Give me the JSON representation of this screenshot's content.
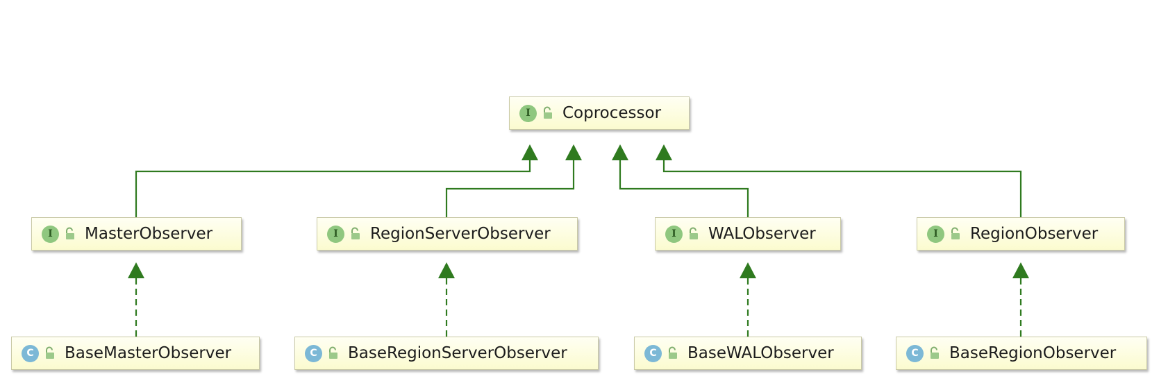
{
  "diagram": {
    "colors": {
      "edge": "#2f7a1f",
      "node_fill": "#fbfbcf",
      "node_border": "#c9c9a6",
      "interface_badge": "#8fc77f",
      "class_badge": "#7cb8d6"
    },
    "root": {
      "kind": "interface",
      "badge": "I",
      "icon": "unlocked-icon",
      "label": "Coprocessor"
    },
    "interfaces": [
      {
        "kind": "interface",
        "badge": "I",
        "icon": "unlocked-icon",
        "label": "MasterObserver"
      },
      {
        "kind": "interface",
        "badge": "I",
        "icon": "unlocked-icon",
        "label": "RegionServerObserver"
      },
      {
        "kind": "interface",
        "badge": "I",
        "icon": "unlocked-icon",
        "label": "WALObserver"
      },
      {
        "kind": "interface",
        "badge": "I",
        "icon": "unlocked-icon",
        "label": "RegionObserver"
      }
    ],
    "classes": [
      {
        "kind": "class",
        "badge": "C",
        "icon": "unlocked-icon",
        "label": "BaseMasterObserver"
      },
      {
        "kind": "class",
        "badge": "C",
        "icon": "unlocked-icon",
        "label": "BaseRegionServerObserver"
      },
      {
        "kind": "class",
        "badge": "C",
        "icon": "unlocked-icon",
        "label": "BaseWALObserver"
      },
      {
        "kind": "class",
        "badge": "C",
        "icon": "unlocked-icon",
        "label": "BaseRegionObserver"
      }
    ],
    "edges": {
      "extends": [
        "MasterObserver",
        "RegionServerObserver",
        "WALObserver",
        "RegionObserver"
      ],
      "implements": [
        [
          "BaseMasterObserver",
          "MasterObserver"
        ],
        [
          "BaseRegionServerObserver",
          "RegionServerObserver"
        ],
        [
          "BaseWALObserver",
          "WALObserver"
        ],
        [
          "BaseRegionObserver",
          "RegionObserver"
        ]
      ]
    }
  }
}
